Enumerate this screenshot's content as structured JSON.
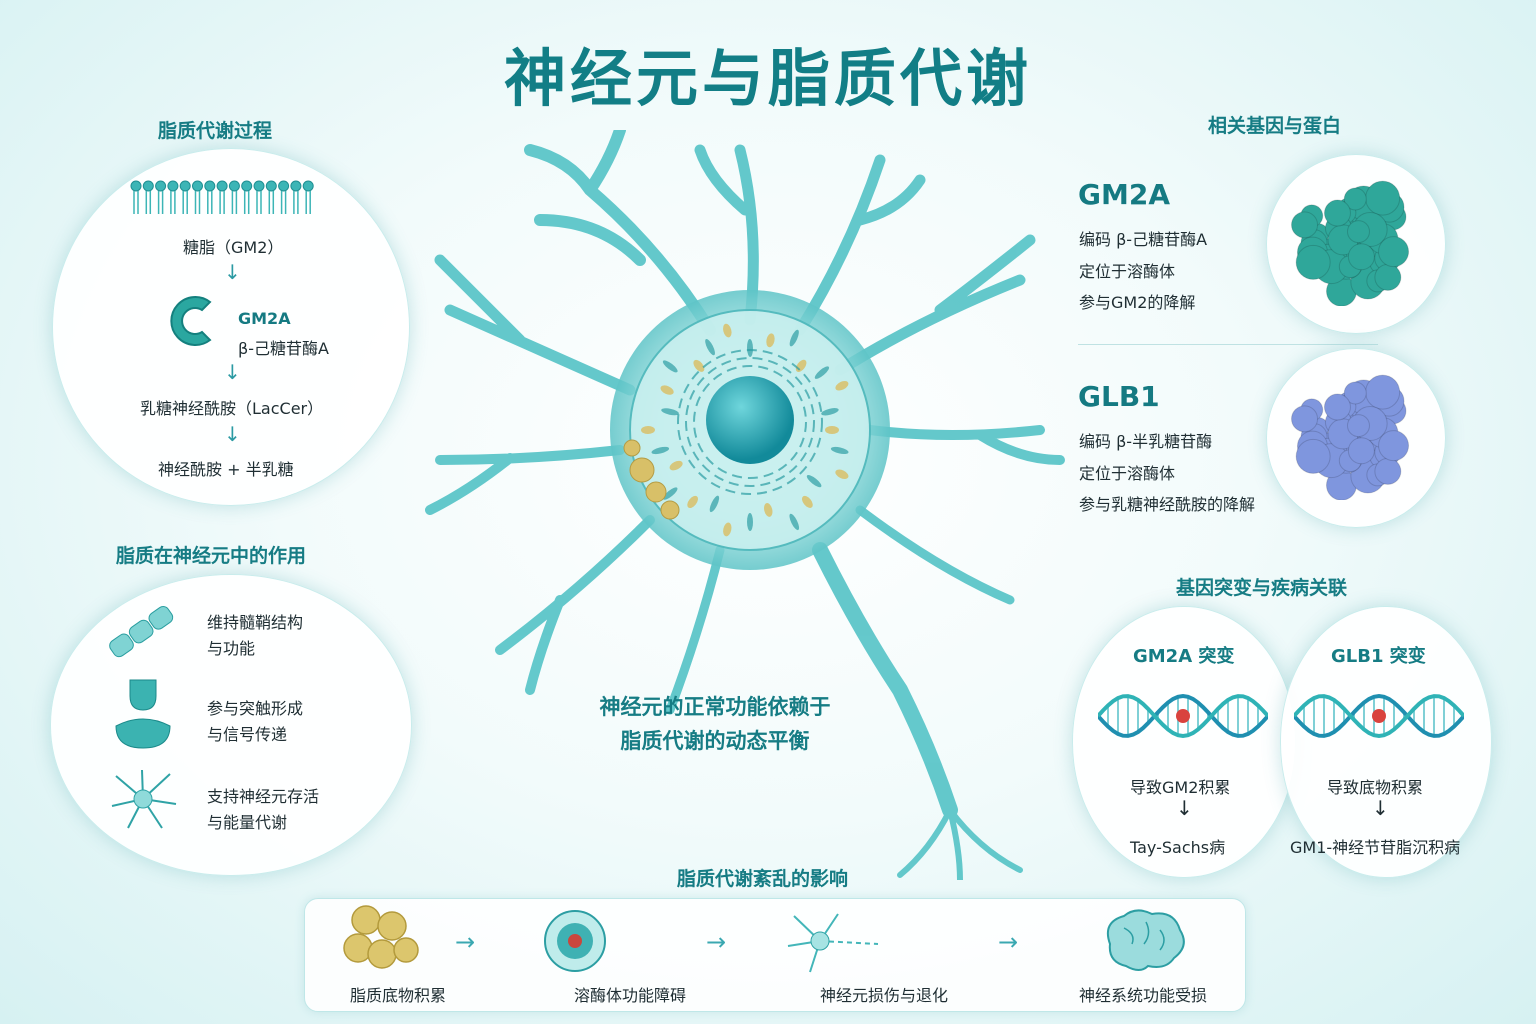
{
  "title": "神经元与脂质代谢",
  "left_top": {
    "title": "脂质代谢过程",
    "steps": [
      "糖脂（GM2）",
      "乳糖神经酰胺（LacCer）",
      "神经酰胺 + 半乳糖"
    ],
    "enzyme_name": "GM2A",
    "enzyme_desc": "β-己糖苷酶A",
    "arrow": "↓"
  },
  "left_mid": {
    "title": "脂质在神经元中的作用",
    "items": [
      {
        "line1": "维持髓鞘结构",
        "line2": "与功能",
        "icon": "myelin-icon"
      },
      {
        "line1": "参与突触形成",
        "line2": "与信号传递",
        "icon": "synapse-icon"
      },
      {
        "line1": "支持神经元存活",
        "line2": "与能量代谢",
        "icon": "neuron-icon"
      }
    ]
  },
  "center": {
    "line1": "神经元的正常功能依赖于",
    "line2": "脂质代谢的动态平衡"
  },
  "right_top": {
    "title": "相关基因与蛋白",
    "genes": [
      {
        "name": "GM2A",
        "lines": [
          "编码 β-己糖苷酶A",
          "定位于溶酶体",
          "参与GM2的降解"
        ],
        "color": "#2fa79a"
      },
      {
        "name": "GLB1",
        "lines": [
          "编码 β-半乳糖苷酶",
          "定位于溶酶体",
          "参与乳糖神经酰胺的降解"
        ],
        "color": "#7f96de"
      }
    ]
  },
  "right_bottom": {
    "title": "基因突变与疾病关联",
    "mutations": [
      {
        "name": "GM2A 突变",
        "effect": "导致GM2积累",
        "arrow": "↓",
        "disease": "Tay-Sachs病"
      },
      {
        "name": "GLB1 突变",
        "effect": "导致底物积累",
        "arrow": "↓",
        "disease": "GM1-神经节苷脂沉积病"
      }
    ]
  },
  "bottom": {
    "title": "脂质代谢紊乱的影响",
    "steps": [
      "脂质底物积累",
      "溶酶体功能障碍",
      "神经元损伤与退化",
      "神经系统功能受损"
    ],
    "arrow": "→"
  },
  "colors": {
    "accent": "#167c84",
    "teal": "#3bbfc3",
    "lipid": "#d8c068"
  }
}
